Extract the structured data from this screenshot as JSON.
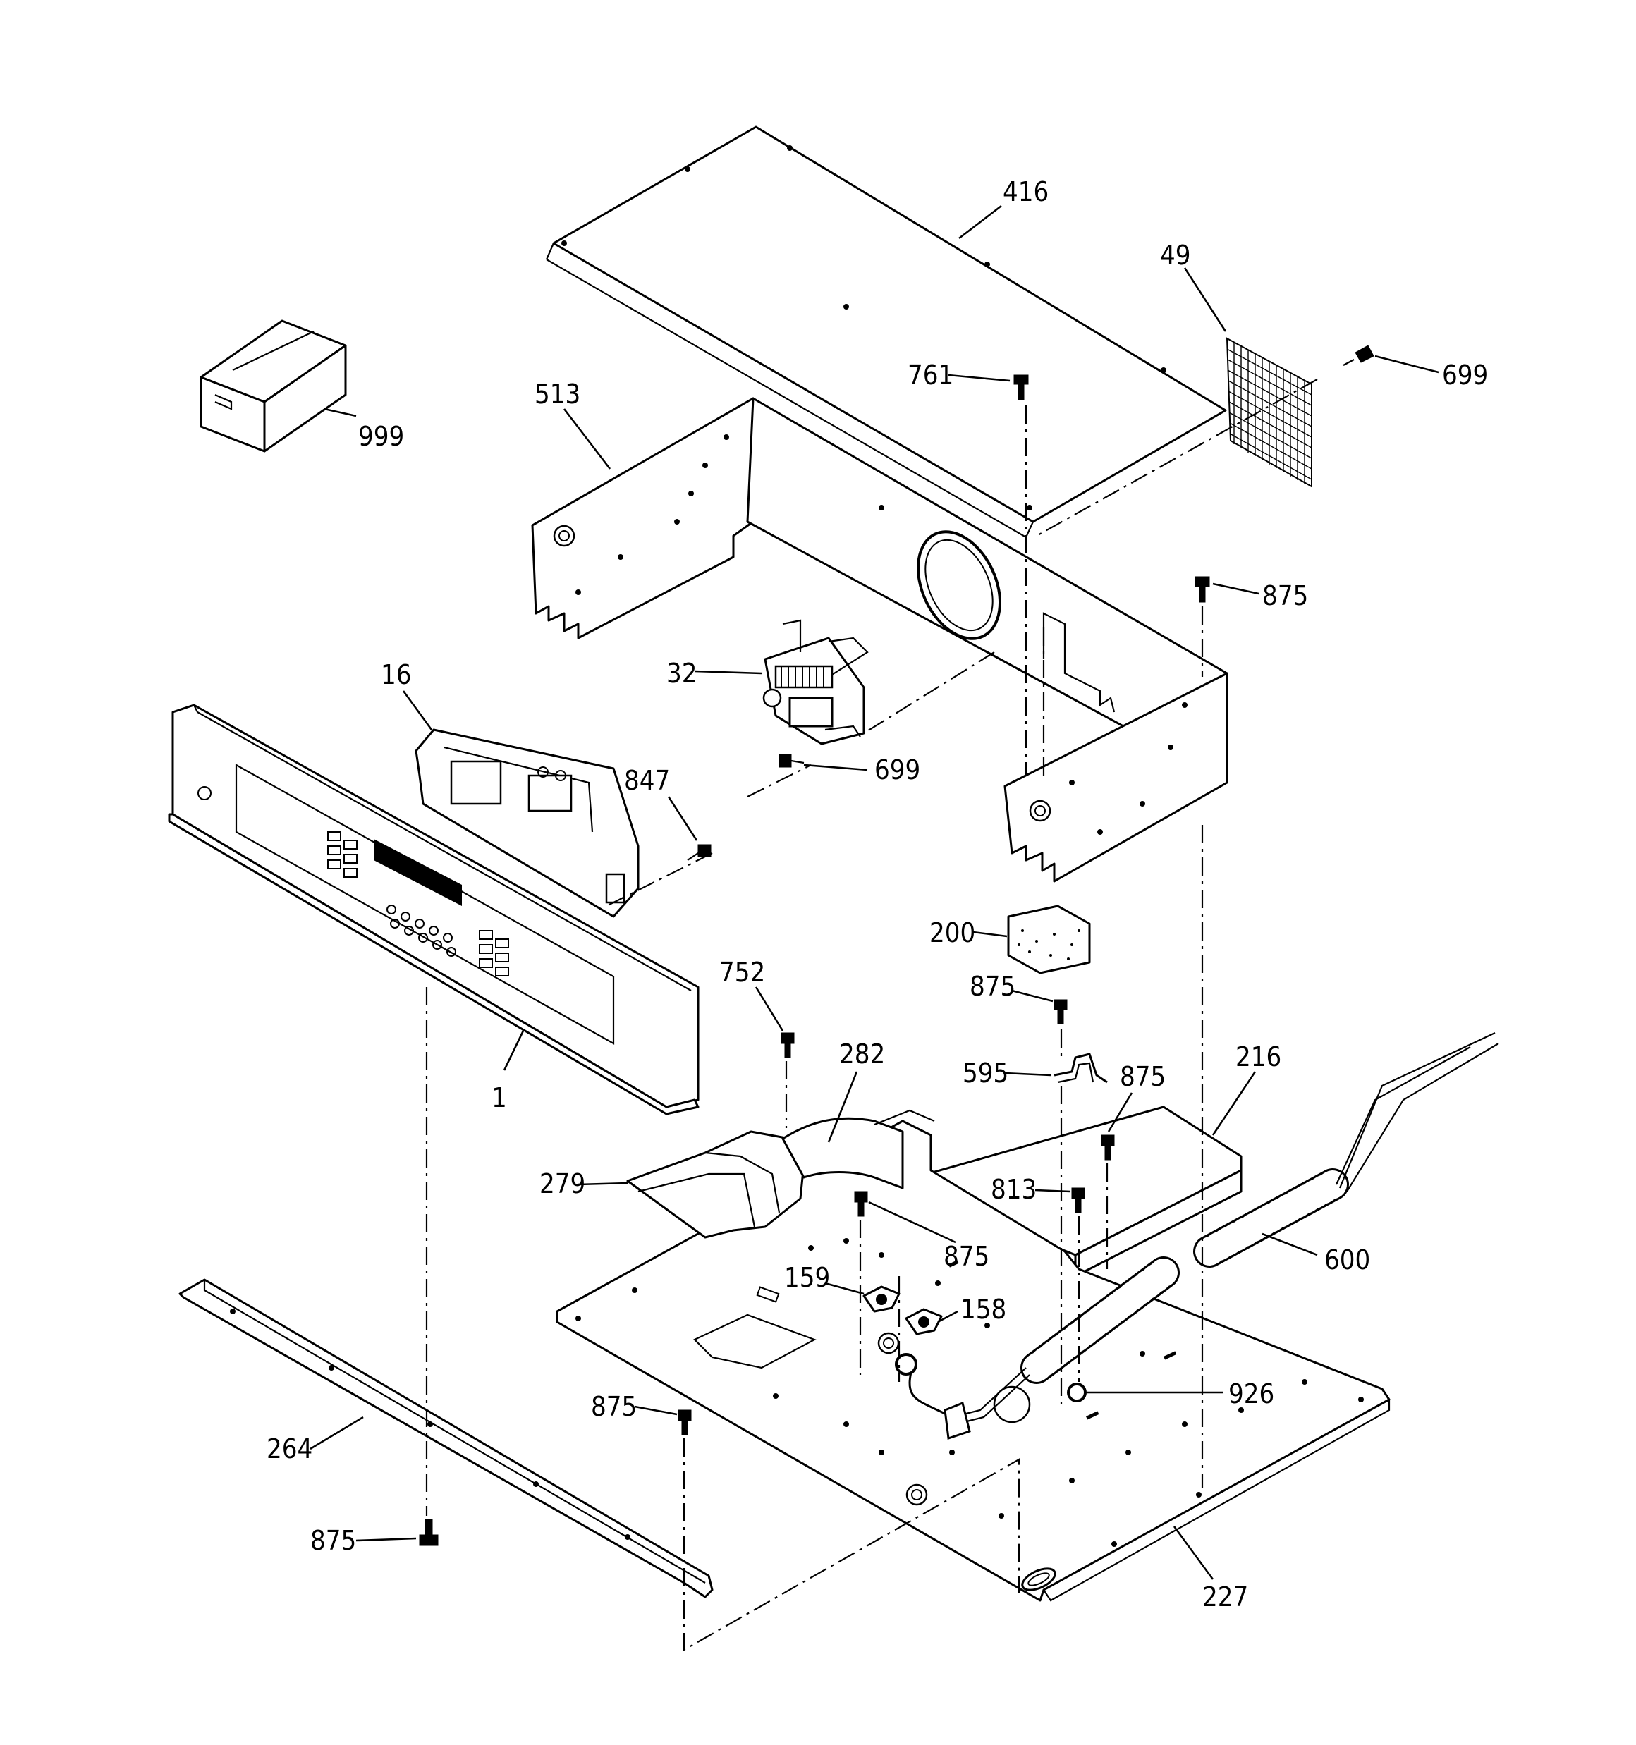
{
  "labels": {
    "l416": "416",
    "l49": "49",
    "l699a": "699",
    "l761": "761",
    "l513": "513",
    "l999": "999",
    "l875a": "875",
    "l32": "32",
    "l16": "16",
    "l699b": "699",
    "l847": "847",
    "l200": "200",
    "l875b": "875",
    "l752": "752",
    "l282": "282",
    "l595": "595",
    "l875c": "875",
    "l216": "216",
    "l1": "1",
    "l279": "279",
    "l813": "813",
    "l875d": "875",
    "l600": "600",
    "l159": "159",
    "l158": "158",
    "l926": "926",
    "l875e": "875",
    "l264": "264",
    "l875f": "875",
    "l227": "227"
  }
}
